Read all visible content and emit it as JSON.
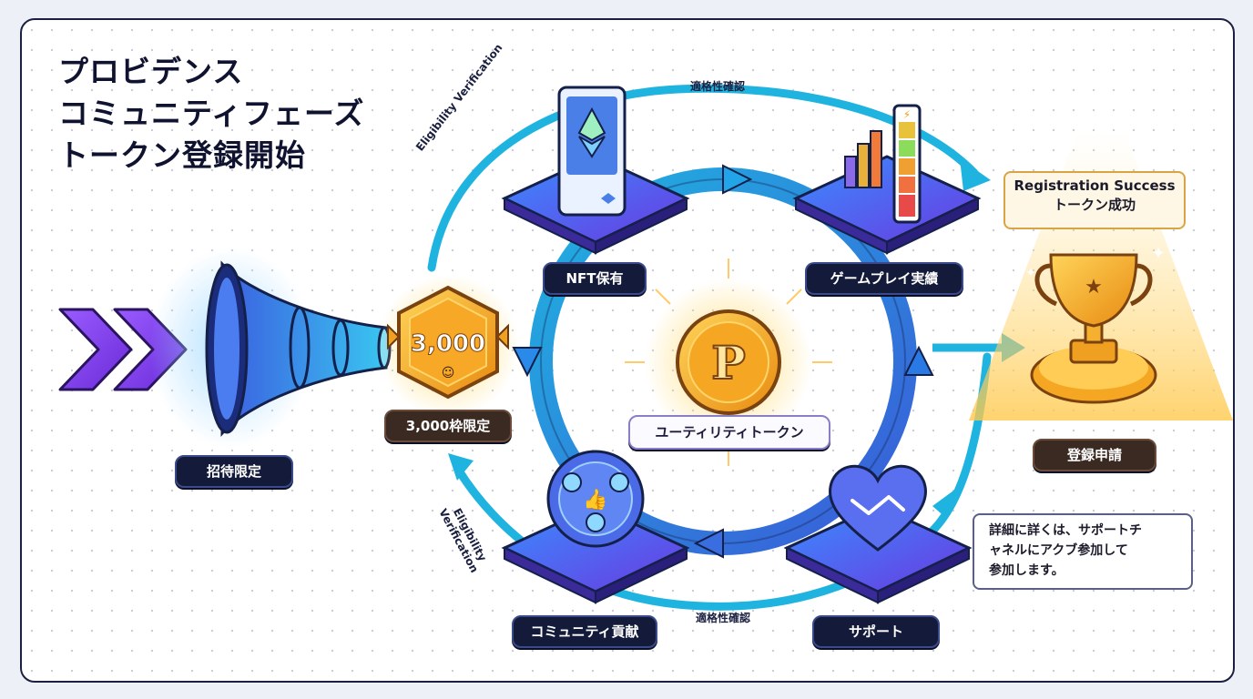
{
  "title": {
    "line1": "プロビデンス",
    "line2": "コミュニティフェーズ",
    "line3": "トークン登録開始"
  },
  "entry": {
    "badge_value": "3,000",
    "invite_label": "招待限定",
    "limit_label": "3,000枠限定"
  },
  "cycle": {
    "nft_label": "NFT保有",
    "game_label": "ゲームプレイ実績",
    "community_label": "コミュニティ貢献",
    "support_label": "サポート",
    "center_label": "ユーティリティトークン",
    "coin_symbol": "P",
    "arc_top_jp": "適格性確認",
    "arc_bottom_jp": "適格性確認",
    "arc_top_en": "Eligibility Verification",
    "arc_bottom_en_line1": "Eligibility",
    "arc_bottom_en_line2": "Verification"
  },
  "result": {
    "callout_line1": "Registration Success",
    "callout_line2": "トークン成功",
    "register_label": "登録申請"
  },
  "note": {
    "text": "詳細に詳くは、サポートチ\nャネルにアクブ参加して\n参加します。"
  },
  "colors": {
    "accent_cyan": "#1fb3e0",
    "accent_purple": "#7b3fe0",
    "gold": "#f5a623",
    "dark_pill": "#141a3a"
  }
}
